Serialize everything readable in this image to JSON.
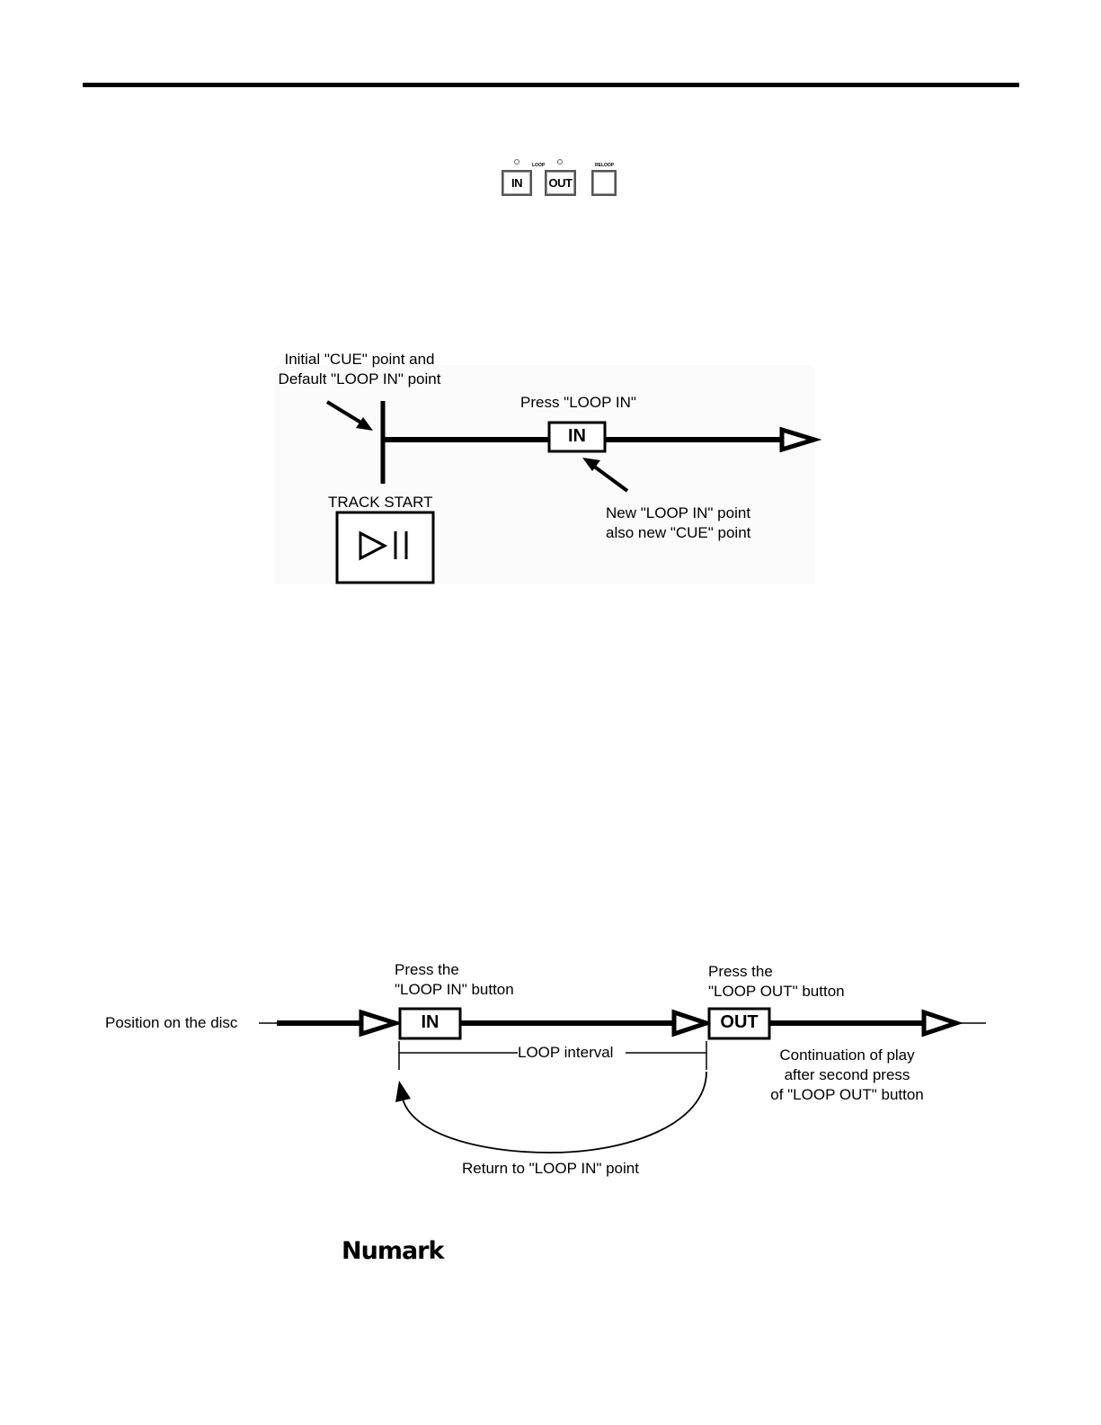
{
  "control_panel": {
    "loop_label": "LOOP",
    "in_label": "IN",
    "out_label": "OUT",
    "reloop_label": "RELOOP"
  },
  "diagram1": {
    "cue_label_line1": "Initial \"CUE\" point and",
    "cue_label_line2": "Default \"LOOP IN\" point",
    "press_label": "Press \"LOOP IN\"",
    "in_button": "IN",
    "track_start": "TRACK START",
    "new_point_line1": "New \"LOOP IN\" point",
    "new_point_line2": "also new \"CUE\" point",
    "play_pause_icon": "play-pause-icon"
  },
  "diagram2": {
    "position_label": "Position on the disc",
    "press_in_line1": "Press the",
    "press_in_line2": "\"LOOP IN\" button",
    "press_out_line1": "Press the",
    "press_out_line2": "\"LOOP OUT\" button",
    "in_button": "IN",
    "out_button": "OUT",
    "interval_label": "LOOP interval",
    "continuation_line1": "Continuation of play",
    "continuation_line2": "after second press",
    "continuation_line3": "of \"LOOP OUT\" button",
    "return_label": "Return to \"LOOP IN\" point"
  },
  "footer": {
    "brand": "Numark"
  }
}
